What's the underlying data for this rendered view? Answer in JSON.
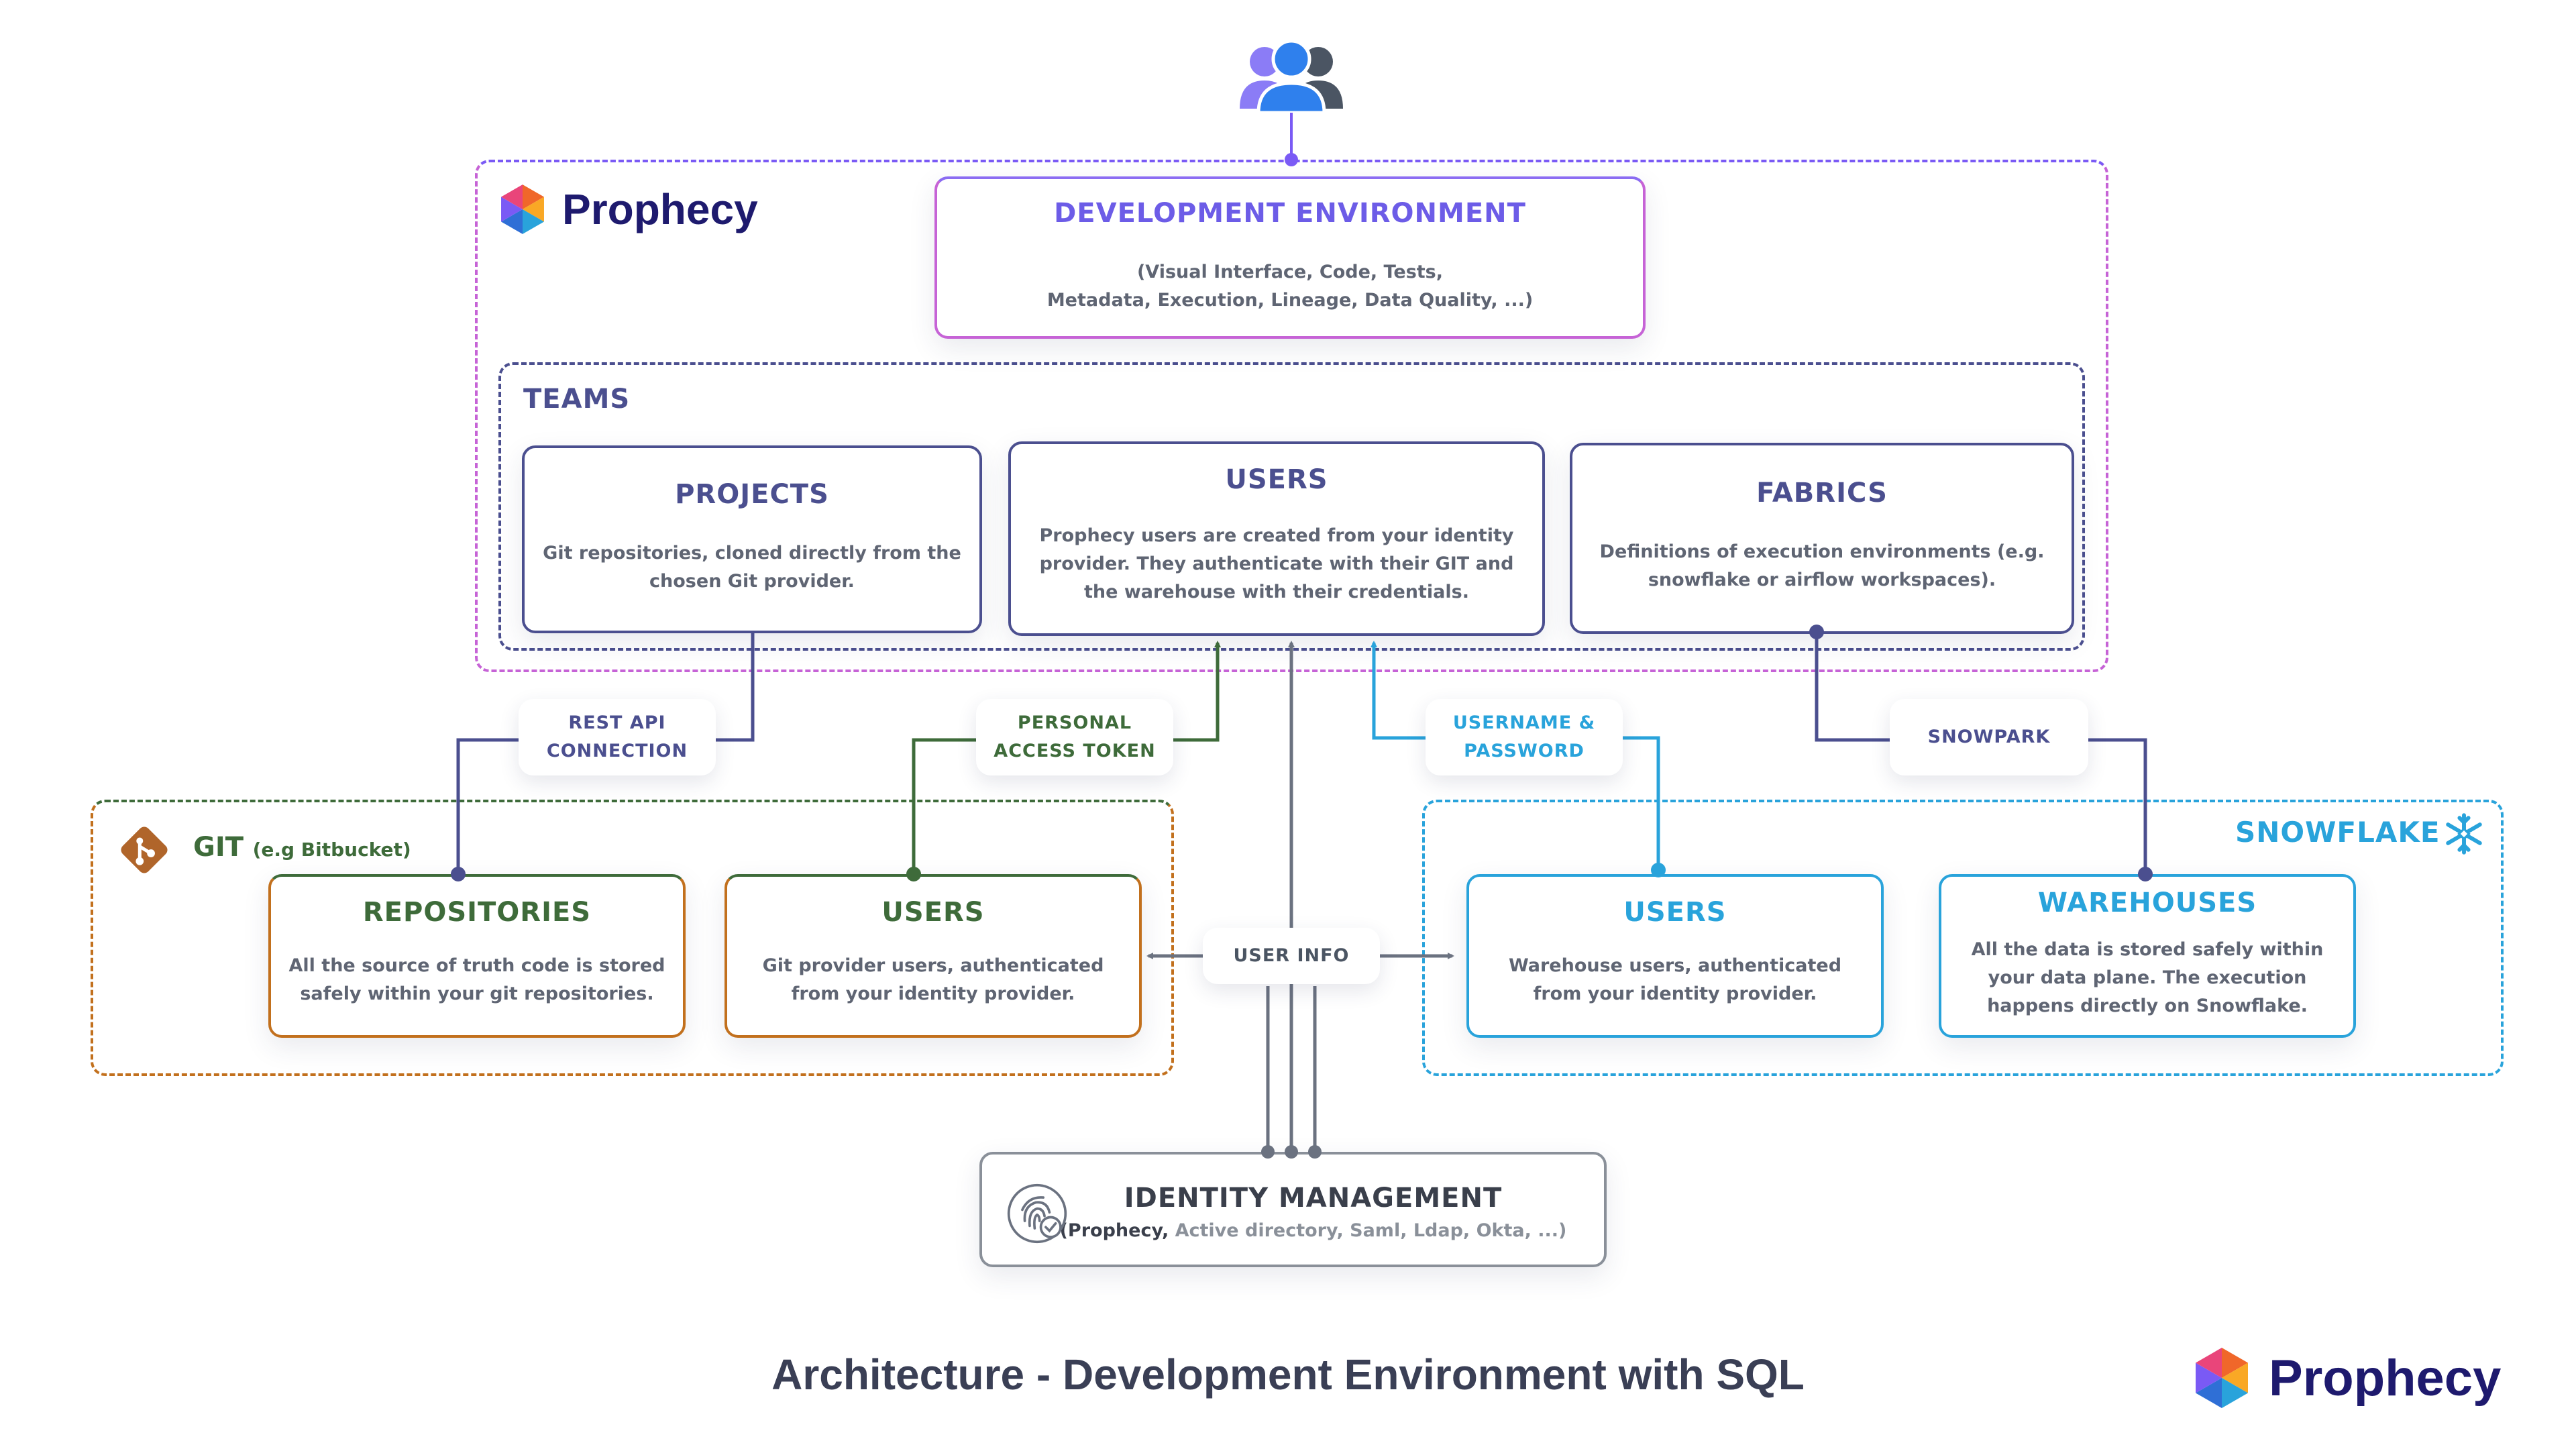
{
  "top_brand": {
    "name": "Prophecy"
  },
  "dev_env": {
    "title": "DEVELOPMENT ENVIRONMENT",
    "desc_line1": "(Visual Interface, Code, Tests,",
    "desc_line2": "Metadata, Execution, Lineage, Data Quality, ...)"
  },
  "teams": {
    "title": "TEAMS",
    "projects": {
      "title": "PROJECTS",
      "line1": "Git repositories, cloned directly from the",
      "line2": "chosen Git provider."
    },
    "users": {
      "title": "USERS",
      "line1": "Prophecy users are created from your identity",
      "line2": "provider. They authenticate with their GIT and",
      "line3": "the warehouse with their credentials."
    },
    "fabrics": {
      "title": "FABRICS",
      "line1": "Definitions of execution environments (e.g.",
      "line2": "snowflake or airflow workspaces)."
    }
  },
  "connectors": {
    "rest_api": {
      "line1": "REST API",
      "line2": "CONNECTION"
    },
    "pat": {
      "line1": "PERSONAL",
      "line2": "ACCESS TOKEN"
    },
    "userpass": {
      "line1": "USERNAME &",
      "line2": "PASSWORD"
    },
    "snowpark": "SNOWPARK",
    "user_info": "USER INFO"
  },
  "git": {
    "title": "GIT",
    "subtitle": "(e.g Bitbucket)",
    "repositories": {
      "title": "REPOSITORIES",
      "line1": "All the source of truth code is stored",
      "line2": "safely within your git repositories."
    },
    "users": {
      "title": "USERS",
      "line1": "Git provider users, authenticated",
      "line2": "from your identity provider."
    }
  },
  "snowflake": {
    "title": "SNOWFLAKE",
    "users": {
      "title": "USERS",
      "line1": "Warehouse users, authenticated",
      "line2": "from your identity provider."
    },
    "warehouses": {
      "title": "WAREHOUSES",
      "line1": "All the data is stored safely within",
      "line2": "your data plane. The execution",
      "line3": "happens directly on Snowflake."
    }
  },
  "identity": {
    "title": "IDENTITY MANAGEMENT",
    "sub_prefix": "(Prophecy,",
    "sub_rest": " Active directory, Saml, Ldap, Okta, ...)"
  },
  "footer": {
    "caption": "Architecture - Development Environment with SQL",
    "brand": "Prophecy"
  },
  "colors": {
    "indigo": "#4b4f8f",
    "purple": "#7a5af5",
    "magenta": "#c663d6",
    "git_green": "#3e6b3a",
    "git_orange": "#c2701d",
    "snow_blue": "#29a3db",
    "gray": "#6b7280"
  }
}
